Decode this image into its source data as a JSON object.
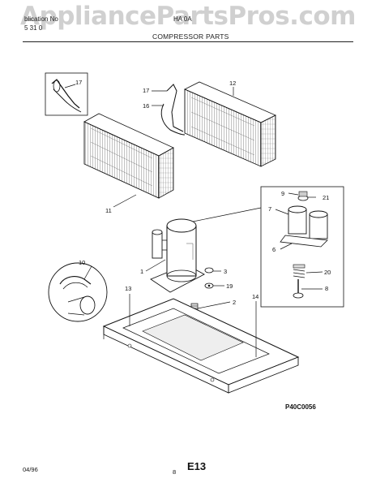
{
  "watermark": "AppliancePartsPros.com",
  "header": {
    "publication_label": "blication No",
    "publication_no": "5  31  0",
    "model": "HA  0A",
    "section_title": "COMPRESSOR PARTS"
  },
  "diagram": {
    "figure_code": "P40C0056",
    "callouts": [
      "17",
      "17",
      "16",
      "12",
      "11",
      "9",
      "21",
      "7",
      "6",
      "20",
      "8",
      "10",
      "1",
      "3",
      "19",
      "2",
      "13",
      "14"
    ]
  },
  "footer": {
    "date": "04/96",
    "page_number": "8",
    "page_code": "E13"
  }
}
